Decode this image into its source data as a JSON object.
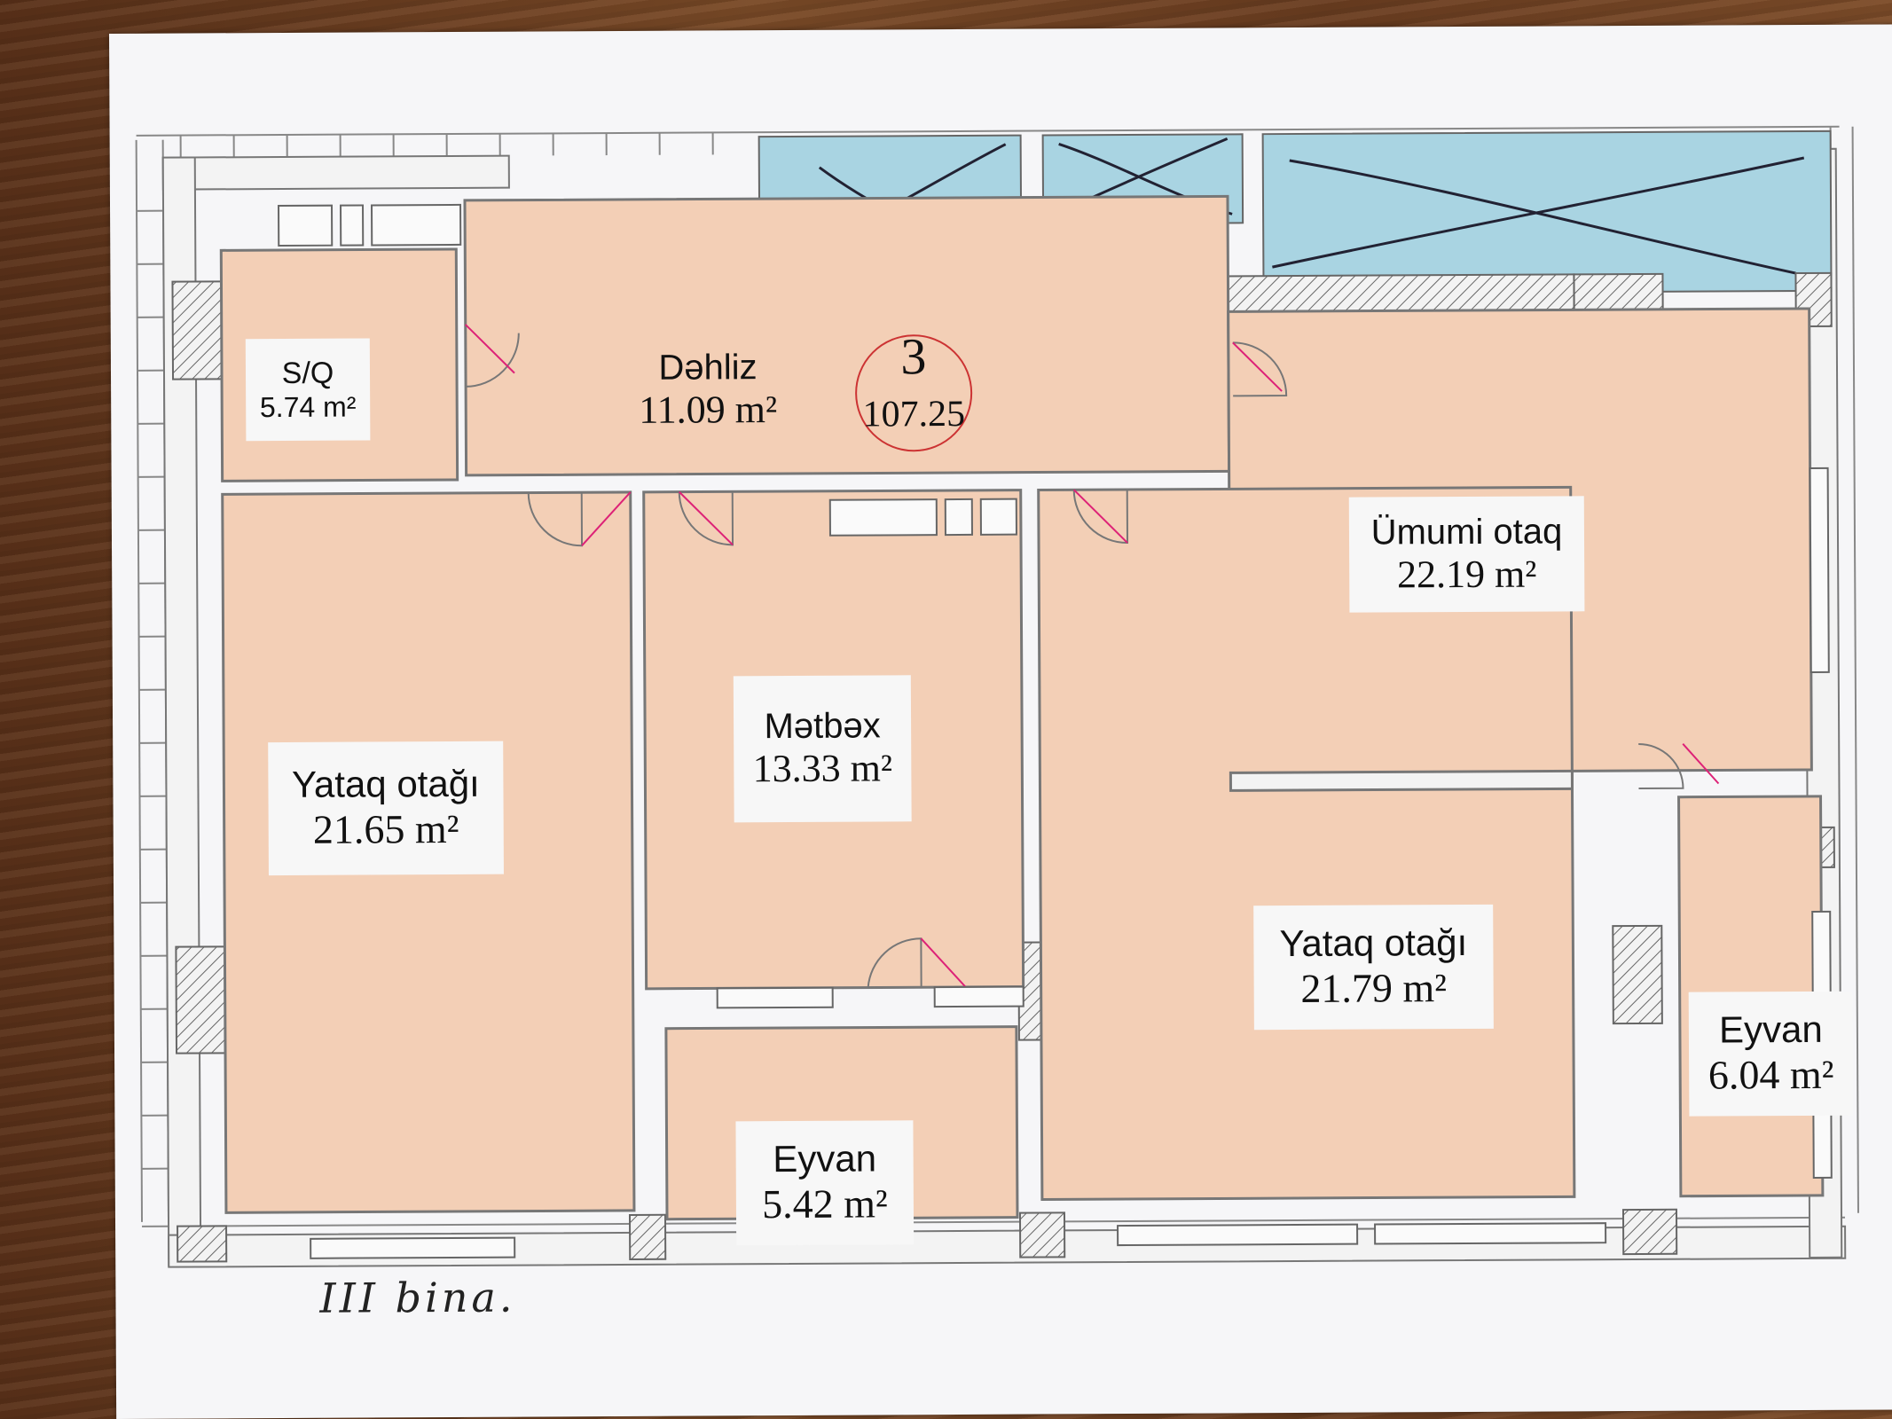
{
  "apartment": {
    "number": "3",
    "total_area": "107.25"
  },
  "rooms": [
    {
      "id": "sq",
      "name": "S/Q",
      "area": "5.74 m²"
    },
    {
      "id": "dehliz",
      "name": "Dəhliz",
      "area": "11.09 m²"
    },
    {
      "id": "umumi",
      "name": "Ümumi otaq",
      "area": "22.19 m²"
    },
    {
      "id": "metbex",
      "name": "Mətbəx",
      "area": "13.33 m²"
    },
    {
      "id": "yataq1",
      "name": "Yataq otağı",
      "area": "21.65 m²"
    },
    {
      "id": "yataq2",
      "name": "Yataq otağı",
      "area": "21.79 m²"
    },
    {
      "id": "eyvan1",
      "name": "Eyvan",
      "area": "5.42 m²"
    },
    {
      "id": "eyvan2",
      "name": "Eyvan",
      "area": "6.04 m²"
    }
  ],
  "handwritten_note": "III bina.",
  "colors": {
    "room_fill": "#f3cfb6",
    "stair_fill": "#a9d4e2",
    "wall": "#777777",
    "paper": "#f6f6f8"
  }
}
